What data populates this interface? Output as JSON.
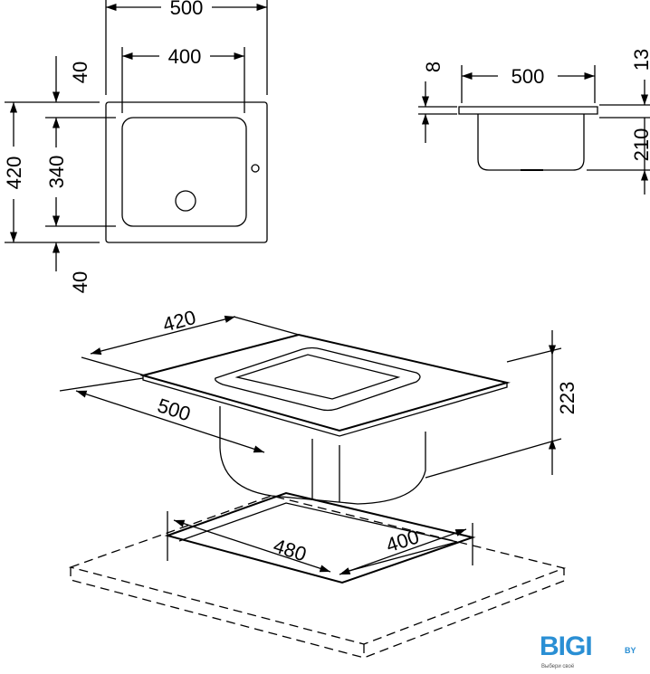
{
  "top_view": {
    "width_outer": "500",
    "width_inner": "400",
    "depth_outer": "420",
    "depth_inner": "340",
    "margin_top": "40",
    "margin_bottom": "40"
  },
  "side_view": {
    "width": "500",
    "rim_thickness": "8",
    "rim_height": "13",
    "bowl_depth": "210"
  },
  "iso_view": {
    "depth": "420",
    "width": "500",
    "height": "223",
    "cutout_width": "480",
    "cutout_depth": "400"
  },
  "logo": {
    "name": "BIGI",
    "suffix": "BY",
    "tagline": "Выбери своё",
    "color": "#2a8fd4"
  }
}
